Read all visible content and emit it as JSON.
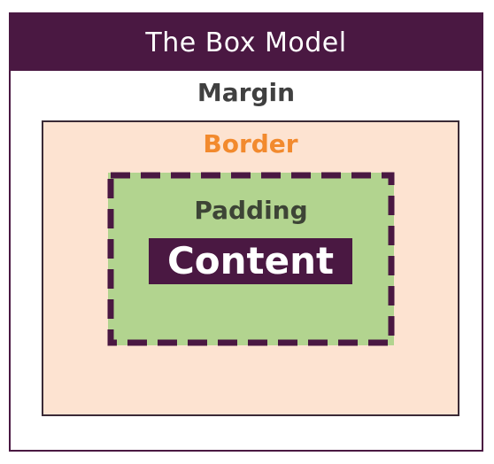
{
  "header": {
    "title": "The Box Model"
  },
  "layers": {
    "margin": {
      "label": "Margin"
    },
    "border": {
      "label": "Border"
    },
    "padding": {
      "label": "Padding"
    },
    "content": {
      "label": "Content"
    }
  },
  "colors": {
    "header_bg": "#4a1842",
    "content_bg": "#4a1842",
    "border_area": "#fde3d1",
    "padding_area": "#b2d48f",
    "border_label": "#f28a2e",
    "dashed_border": "#4a1842"
  }
}
